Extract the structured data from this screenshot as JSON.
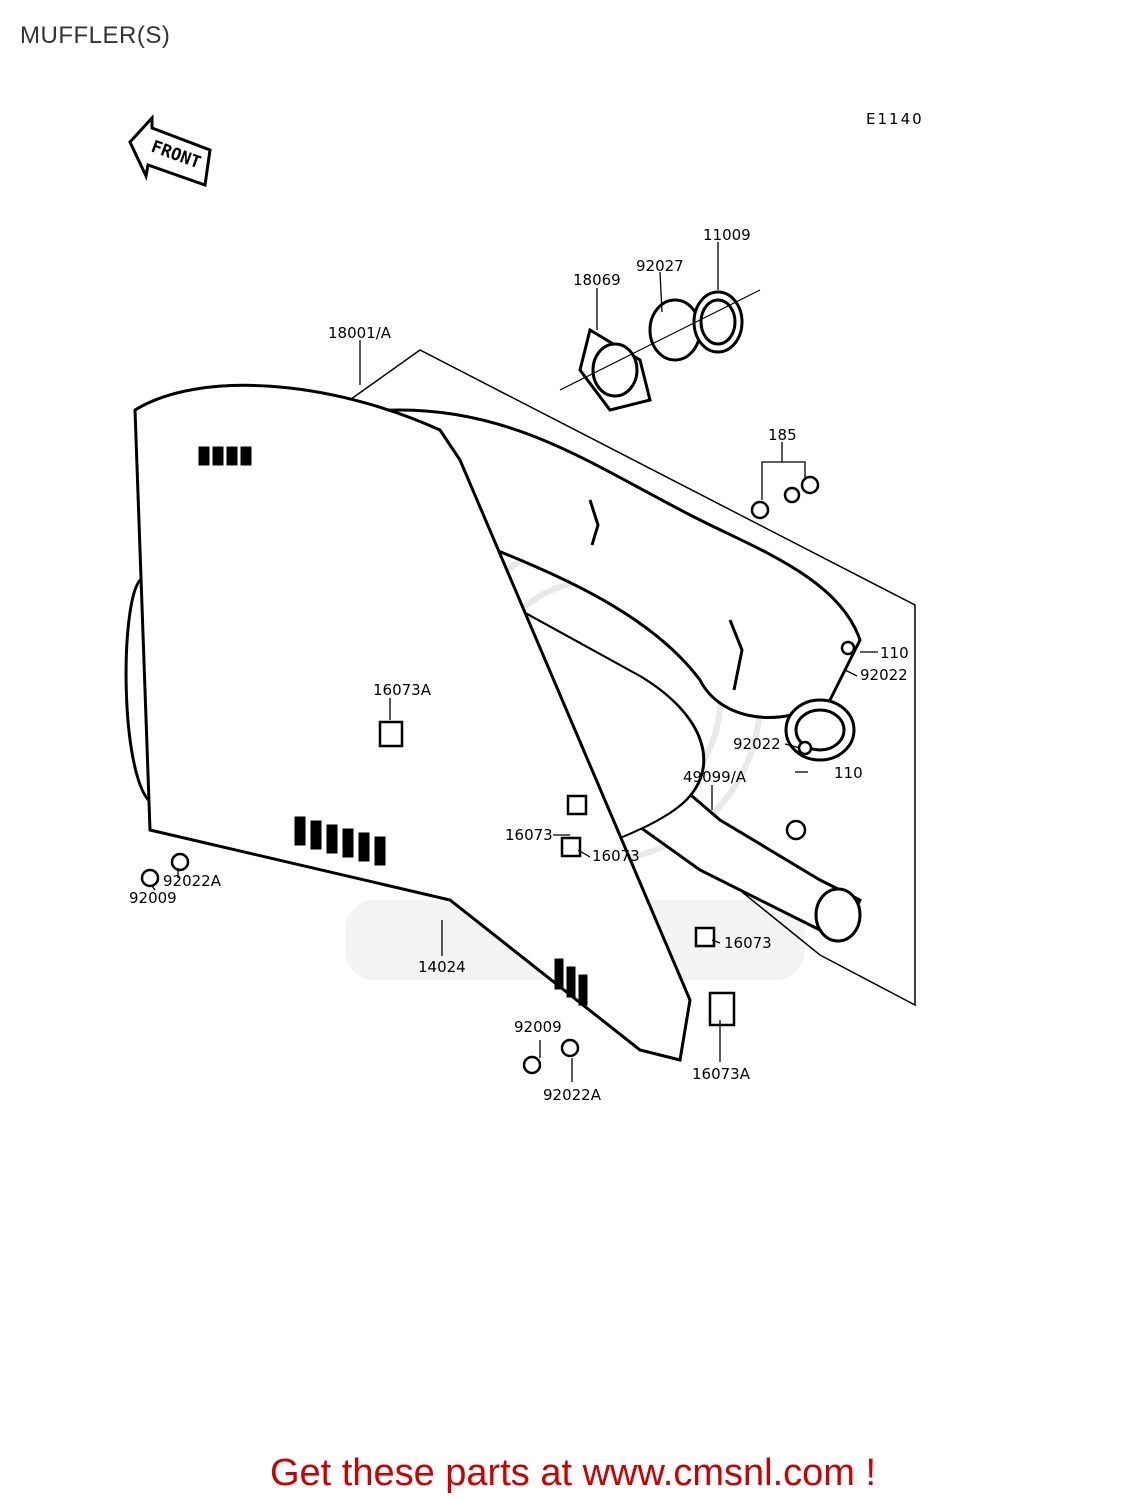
{
  "page": {
    "title": "MUFFLER(S)"
  },
  "diagram": {
    "code": "E1140",
    "front_label": "FRONT",
    "parts": [
      {
        "id": "p-11009",
        "label": "11009"
      },
      {
        "id": "p-92027",
        "label": "92027"
      },
      {
        "id": "p-18069",
        "label": "18069"
      },
      {
        "id": "p-18001a",
        "label": "18001/A"
      },
      {
        "id": "p-185",
        "label": "185"
      },
      {
        "id": "p-110-upper",
        "label": "110"
      },
      {
        "id": "p-92022-upper",
        "label": "92022"
      },
      {
        "id": "p-92022-lower",
        "label": "92022"
      },
      {
        "id": "p-110-lower",
        "label": "110"
      },
      {
        "id": "p-16073a-upper",
        "label": "16073A"
      },
      {
        "id": "p-49099a",
        "label": "49099/A"
      },
      {
        "id": "p-16073-a",
        "label": "16073"
      },
      {
        "id": "p-16073-b",
        "label": "16073"
      },
      {
        "id": "p-16073-c",
        "label": "16073"
      },
      {
        "id": "p-92022a-left",
        "label": "92022A"
      },
      {
        "id": "p-92009-left",
        "label": "92009"
      },
      {
        "id": "p-14024",
        "label": "14024"
      },
      {
        "id": "p-92009-bottom",
        "label": "92009"
      },
      {
        "id": "p-92022a-bottom",
        "label": "92022A"
      },
      {
        "id": "p-16073a-lower",
        "label": "16073A"
      }
    ]
  },
  "footer": {
    "cta": "Get these parts at www.cmsnl.com !"
  }
}
